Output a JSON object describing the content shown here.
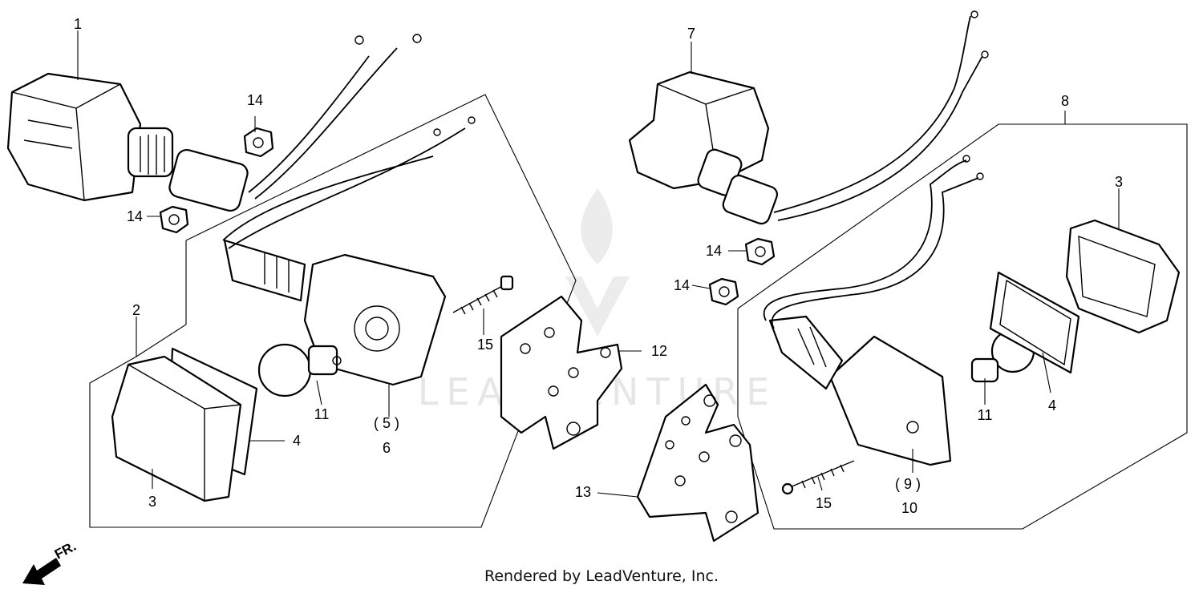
{
  "watermark": {
    "text": "LEADVENTURE"
  },
  "callouts": {
    "n1": "1",
    "n2": "2",
    "n3_left": "3",
    "n4_left": "4",
    "n5": "( 5 )",
    "n6": "6",
    "n7": "7",
    "n8": "8",
    "n9": "( 9 )",
    "n10": "10",
    "n11_left": "11",
    "n11_right": "11",
    "n12": "12",
    "n13": "13",
    "n14_a": "14",
    "n14_b": "14",
    "n14_c": "14",
    "n14_d": "14",
    "n15_left": "15",
    "n15_right": "15",
    "n3_right": "3",
    "n4_right": "4"
  },
  "direction_indicator": {
    "label": "FR."
  },
  "footer": {
    "text": "Rendered by LeadVenture, Inc."
  }
}
